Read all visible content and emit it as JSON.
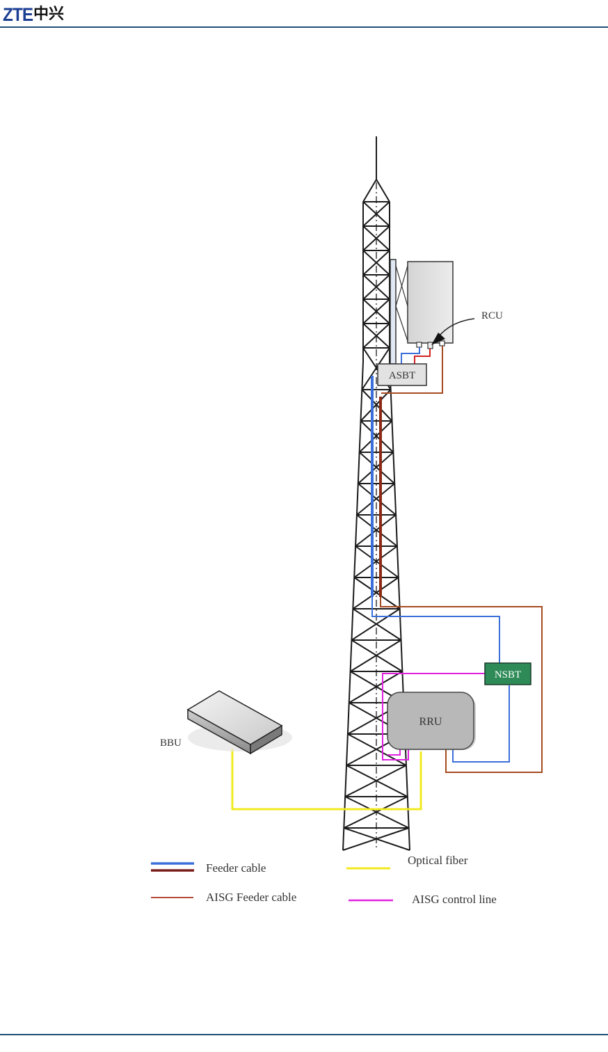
{
  "header": {
    "logo_latin": "ZTE",
    "logo_cn": "中兴"
  },
  "diagram": {
    "components": {
      "rcu": "RCU",
      "asbt": "ASBT",
      "nsbt": "NSBT",
      "rru": "RRU",
      "bbu": "BBU"
    },
    "legend": [
      {
        "key": "feeder",
        "label": "Feeder cable",
        "colors": [
          "#3b6fd9",
          "#7a1c1c"
        ]
      },
      {
        "key": "aisg_feeder",
        "label": "AISG Feeder cable",
        "colors": [
          "#b34a3a"
        ]
      },
      {
        "key": "optical",
        "label": "Optical fiber",
        "colors": [
          "#f2ea1f"
        ]
      },
      {
        "key": "aisg_control",
        "label": "AISG control line",
        "colors": [
          "#e020e0"
        ]
      }
    ],
    "colors": {
      "blue_line": "#3b6fd9",
      "brown_line": "#a64a1e",
      "red_line": "#d42020",
      "yellow_line": "#f2ea1f",
      "magenta_line": "#e020e0",
      "nsbt_fill": "#2e8b57",
      "rru_fill": "#b8b8b8"
    }
  }
}
